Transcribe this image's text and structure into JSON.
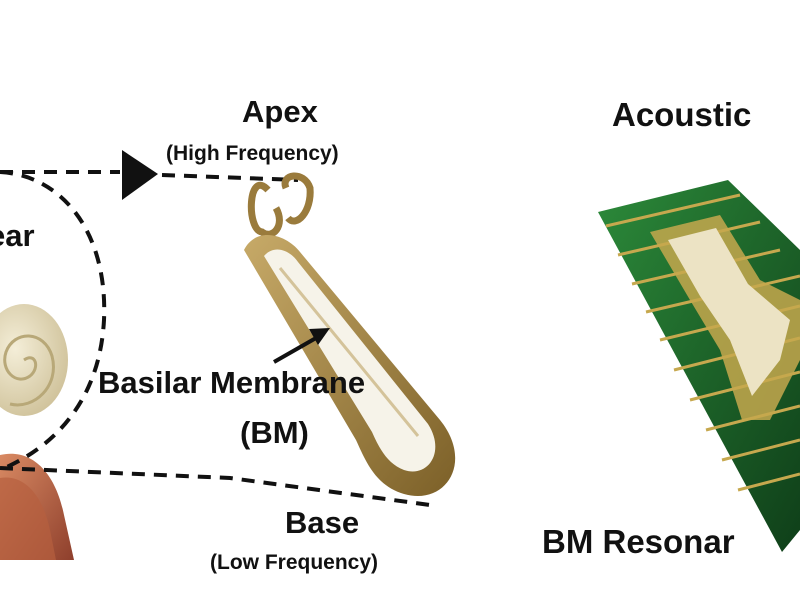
{
  "labels": {
    "ear": "ear",
    "apex": "Apex",
    "apex_sub": "(High Frequency)",
    "basilar": "Basilar Membrane",
    "bm": "(BM)",
    "base": "Base",
    "base_sub": "(Low Frequency)",
    "acoustic": "Acoustic",
    "bm_resonator": "BM Resonar"
  },
  "colors": {
    "cochlea_fill": "#e9e0c3",
    "outer_ear": "#c9734f",
    "membrane_gold": "#9a7b3c",
    "membrane_light": "#f6f3e9",
    "pcb_green": "#1d6b2c",
    "pcb_dark": "#12431b",
    "electrode_gold": "#c6a84e",
    "dash": "#111111"
  },
  "icons": {
    "arrow": "arrowhead-right-icon",
    "pointer": "pointer-arrow-icon"
  }
}
